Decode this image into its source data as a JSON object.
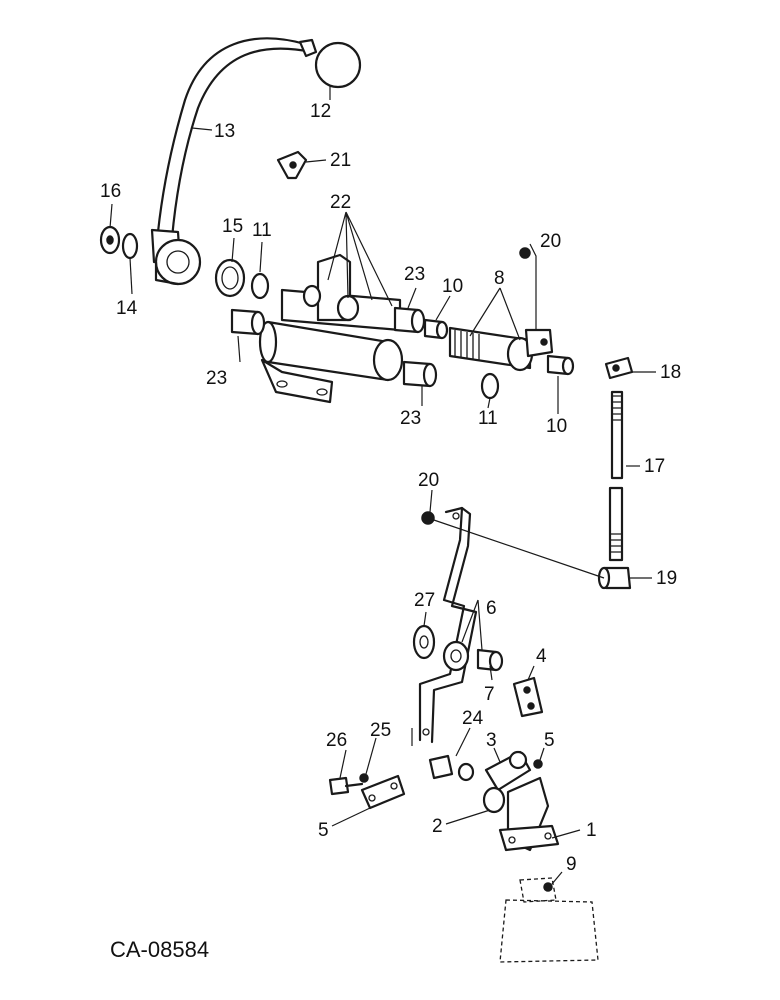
{
  "figure_id": "CA-08584",
  "callouts": [
    {
      "id": "c1",
      "text": "1"
    },
    {
      "id": "c2",
      "text": "2"
    },
    {
      "id": "c3",
      "text": "3"
    },
    {
      "id": "c4",
      "text": "4"
    },
    {
      "id": "c5a",
      "text": "5"
    },
    {
      "id": "c5b",
      "text": "5"
    },
    {
      "id": "c6",
      "text": "6"
    },
    {
      "id": "c7",
      "text": "7"
    },
    {
      "id": "c8",
      "text": "8"
    },
    {
      "id": "c9",
      "text": "9"
    },
    {
      "id": "c10a",
      "text": "10"
    },
    {
      "id": "c10b",
      "text": "10"
    },
    {
      "id": "c11a",
      "text": "11"
    },
    {
      "id": "c11b",
      "text": "11"
    },
    {
      "id": "c12",
      "text": "12"
    },
    {
      "id": "c13",
      "text": "13"
    },
    {
      "id": "c14",
      "text": "14"
    },
    {
      "id": "c15",
      "text": "15"
    },
    {
      "id": "c16",
      "text": "16"
    },
    {
      "id": "c17",
      "text": "17"
    },
    {
      "id": "c18",
      "text": "18"
    },
    {
      "id": "c19",
      "text": "19"
    },
    {
      "id": "c20a",
      "text": "20"
    },
    {
      "id": "c20b",
      "text": "20"
    },
    {
      "id": "c21",
      "text": "21"
    },
    {
      "id": "c22",
      "text": "22"
    },
    {
      "id": "c23a",
      "text": "23"
    },
    {
      "id": "c23b",
      "text": "23"
    },
    {
      "id": "c23c",
      "text": "23"
    },
    {
      "id": "c24",
      "text": "24"
    },
    {
      "id": "c25",
      "text": "25"
    },
    {
      "id": "c26",
      "text": "26"
    },
    {
      "id": "c27",
      "text": "27"
    }
  ]
}
